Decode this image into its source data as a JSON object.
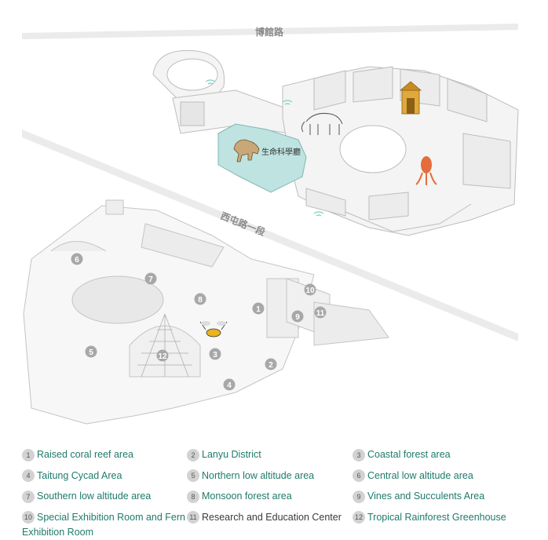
{
  "roads": {
    "top": "博館路",
    "middle": "西屯路一段"
  },
  "hall_label": "生命科學廳",
  "markers": [
    "1",
    "2",
    "3",
    "4",
    "5",
    "6",
    "7",
    "8",
    "9",
    "10",
    "11",
    "12"
  ],
  "legend": [
    {
      "num": "1",
      "label": "Raised coral reef area"
    },
    {
      "num": "2",
      "label": "Lanyu District"
    },
    {
      "num": "3",
      "label": "Coastal forest area"
    },
    {
      "num": "4",
      "label": "Taitung Cycad Area"
    },
    {
      "num": "5",
      "label": "Northern low altitude area"
    },
    {
      "num": "6",
      "label": "Central low altitude area"
    },
    {
      "num": "7",
      "label": "Southern low altitude area"
    },
    {
      "num": "8",
      "label": "Monsoon forest area"
    },
    {
      "num": "9",
      "label": "Vines and Succulents Area"
    },
    {
      "num": "10",
      "label": "Special Exhibition Room and Fern Exhibition Room"
    },
    {
      "num": "11",
      "label": "Research and Education Center"
    },
    {
      "num": "12",
      "label": "Tropical Rainforest Greenhouse"
    }
  ],
  "colors": {
    "accent_green": "#1f7a6a",
    "highlight_hall": "#bfe3e0",
    "marker_grey": "#a8a8a8"
  },
  "icons": [
    "dinosaur-icon",
    "mammoth-skeleton-icon",
    "temple-icon",
    "squid-icon",
    "wasp-icon",
    "wifi-icon"
  ]
}
